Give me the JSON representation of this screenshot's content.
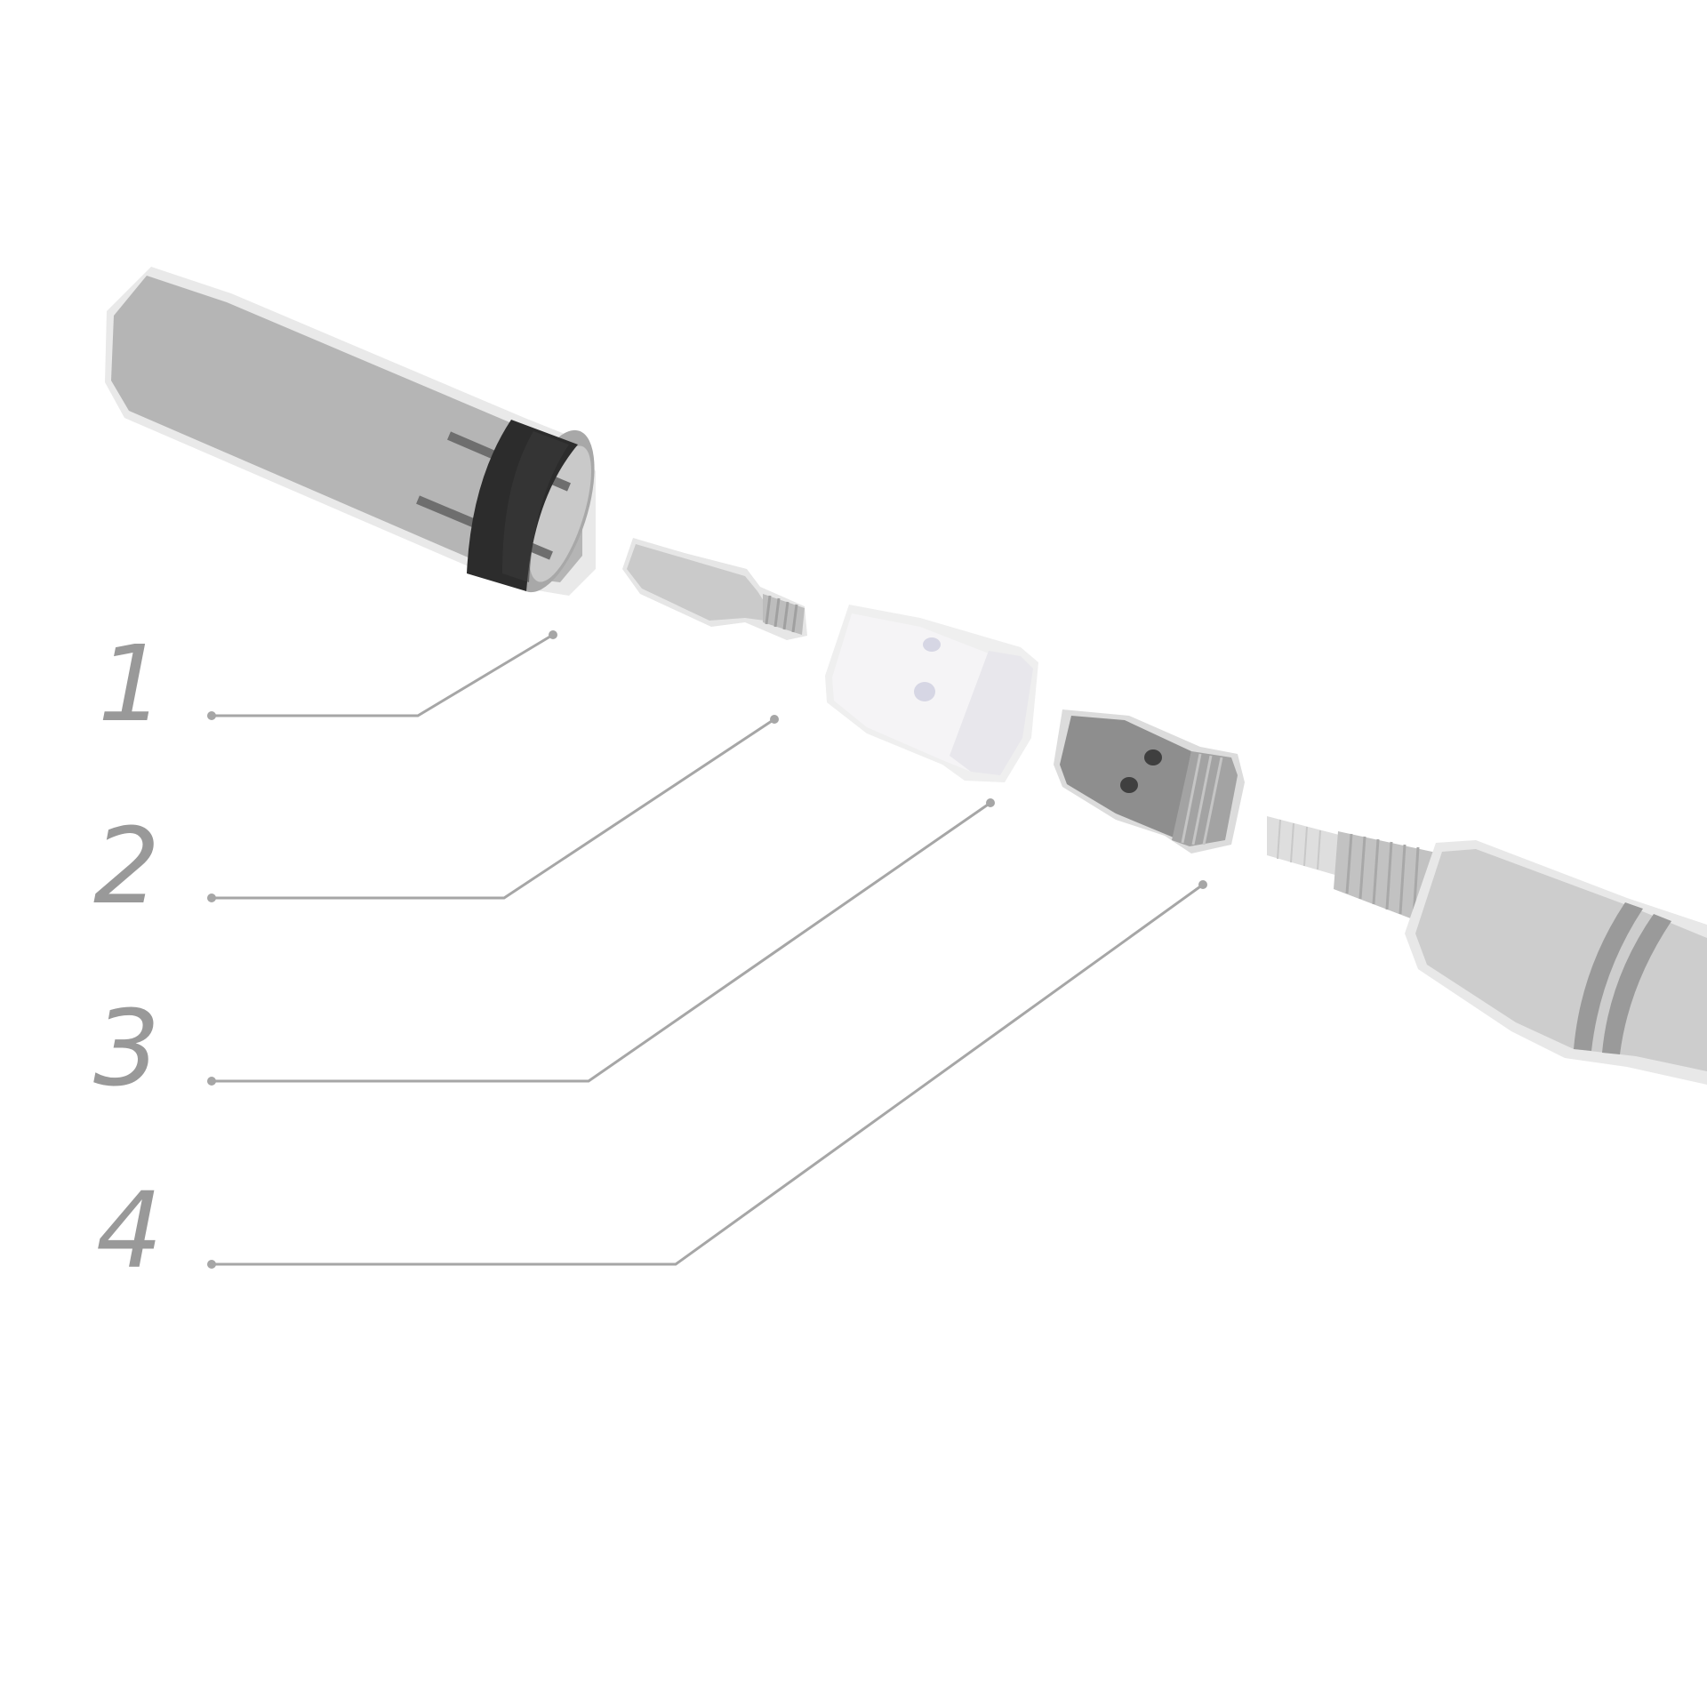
{
  "diagram": {
    "labels": [
      {
        "id": "1"
      },
      {
        "id": "2"
      },
      {
        "id": "3"
      },
      {
        "id": "4"
      }
    ],
    "colors": {
      "leader": "#a6a6a6",
      "label": "#999999",
      "nozzle_body": "#b5b5b5",
      "nozzle_ring": "#2c2c2c",
      "contact_tip": "#cacaca",
      "diffuser": "#f5f4f6",
      "diffuser_band": "#e8e7ec",
      "tip_holder": "#8e8e8e",
      "torch_neck": "#cdcdcd",
      "neck_groove": "#9a9a9a"
    }
  }
}
